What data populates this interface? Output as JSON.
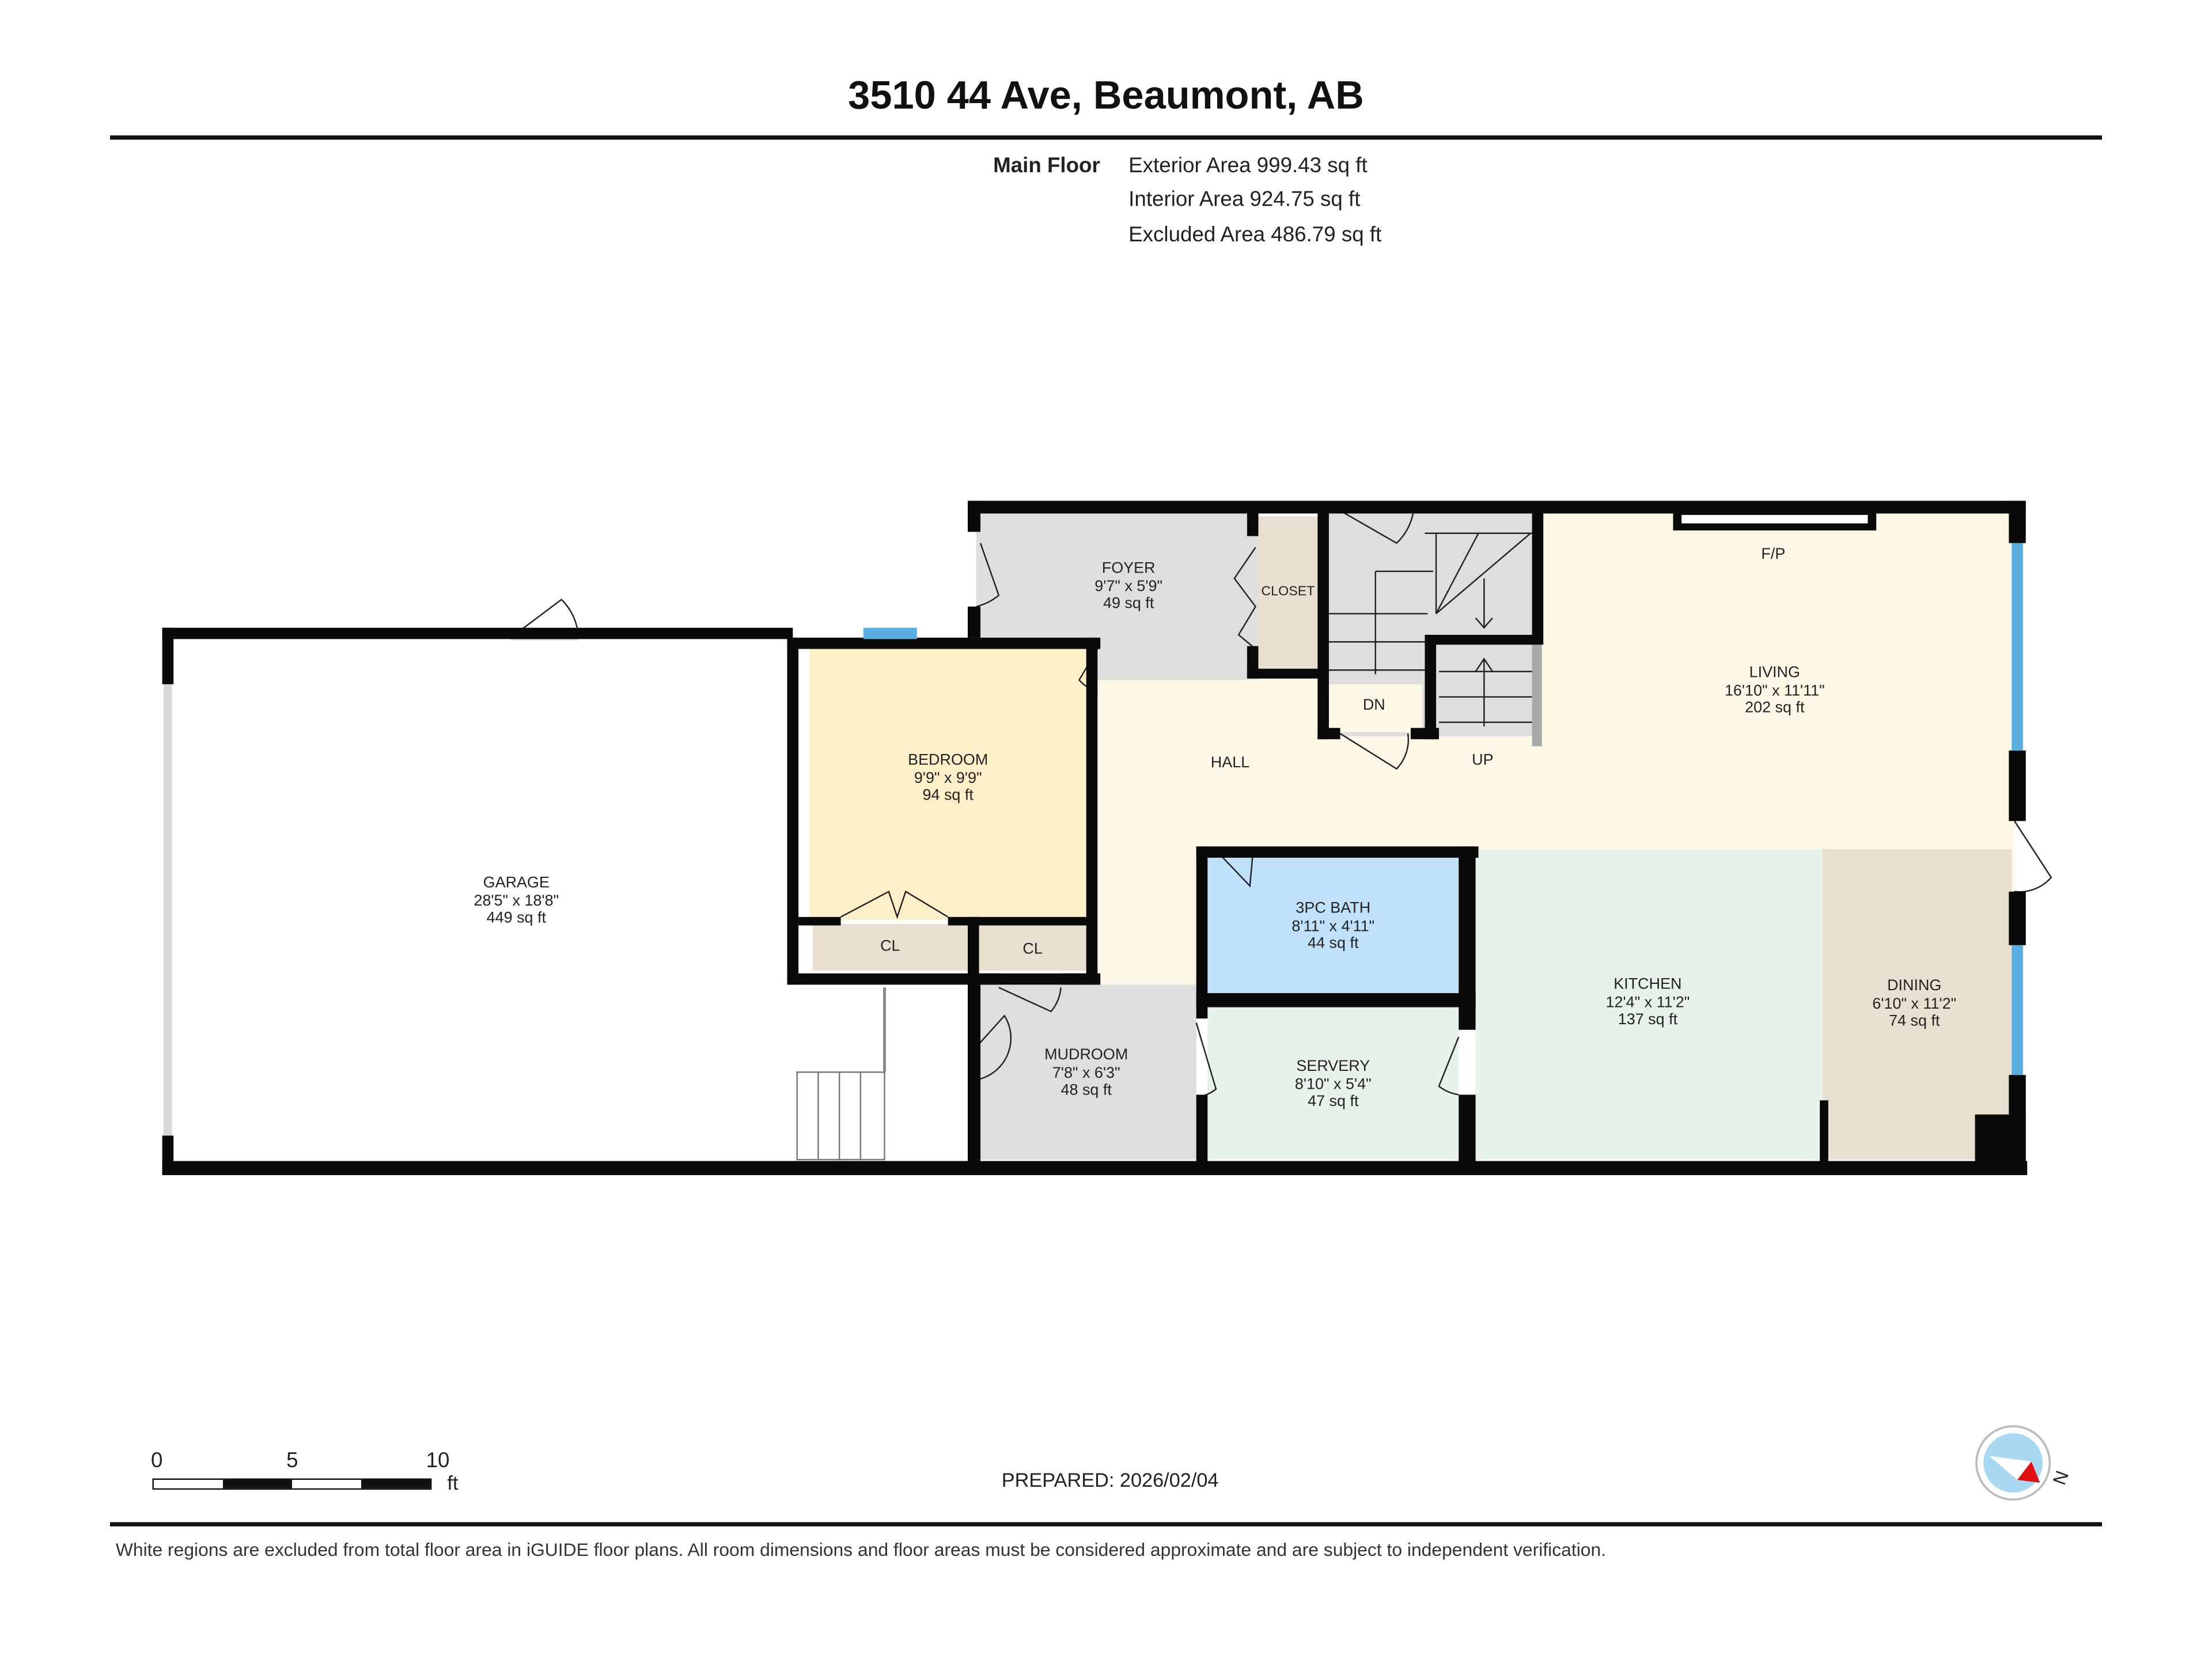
{
  "header": {
    "title": "3510 44 Ave, Beaumont, AB",
    "floor_label": "Main Floor",
    "exterior_area": "Exterior Area 999.43 sq ft",
    "interior_area": "Interior Area 924.75 sq ft",
    "excluded_area": "Excluded Area 486.79 sq ft"
  },
  "rooms": {
    "foyer": {
      "name": "FOYER",
      "dims": "9'7\" x 5'9\"",
      "area": "49 sq ft"
    },
    "closet": {
      "name": "CLOSET"
    },
    "living": {
      "name": "LIVING",
      "dims": "16'10\" x 11'11\"",
      "area": "202 sq ft",
      "feature": "F/P"
    },
    "bedroom": {
      "name": "BEDROOM",
      "dims": "9'9\" x 9'9\"",
      "area": "94 sq ft"
    },
    "cl1": {
      "name": "CL"
    },
    "cl2": {
      "name": "CL"
    },
    "hall": {
      "name": "HALL"
    },
    "stairs_dn": {
      "name": "DN"
    },
    "stairs_up": {
      "name": "UP"
    },
    "garage": {
      "name": "GARAGE",
      "dims": "28'5\" x 18'8\"",
      "area": "449 sq ft"
    },
    "bath": {
      "name": "3PC BATH",
      "dims": "8'11\" x 4'11\"",
      "area": "44 sq ft"
    },
    "kitchen": {
      "name": "KITCHEN",
      "dims": "12'4\" x 11'2\"",
      "area": "137 sq ft"
    },
    "dining": {
      "name": "DINING",
      "dims": "6'10\" x 11'2\"",
      "area": "74 sq ft"
    },
    "mudroom": {
      "name": "MUDROOM",
      "dims": "7'8\" x 6'3\"",
      "area": "48 sq ft"
    },
    "servery": {
      "name": "SERVERY",
      "dims": "8'10\" x 5'4\"",
      "area": "47 sq ft"
    }
  },
  "colors": {
    "wall": "#0a0a0a",
    "foyer": "#dedede",
    "closet": "#e8dfd0",
    "living": "#fdf8e6",
    "bedroom": "#fdf0c8",
    "bath": "#bfe1fa",
    "kitchen": "#e6f2ea",
    "dining": "#e8dfd0",
    "mudroom": "#dedede",
    "servery": "#e6f2ea",
    "window": "#5aaee0",
    "compass_red": "#e01010",
    "compass_blue": "#a9d8f2"
  },
  "scale_bar": {
    "labels": [
      "0",
      "5",
      "10"
    ],
    "unit": "ft"
  },
  "prepared": "PREPARED: 2026/02/04",
  "compass": {
    "label": "N"
  },
  "footer": {
    "disclaimer": "White regions are excluded from total floor area in iGUIDE floor plans. All room dimensions and floor areas must be considered approximate and are subject to independent verification."
  }
}
